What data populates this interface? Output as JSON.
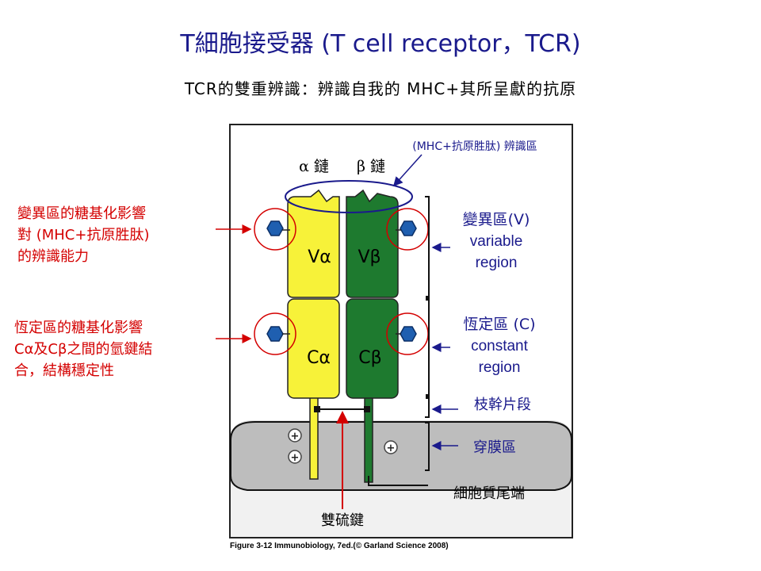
{
  "title": "T細胞接受器 (T cell receptor，TCR)",
  "subtitle": "TCR的雙重辨識：辨識自我的 MHC+其所呈獻的抗原",
  "diagram": {
    "recognition_region": "(MHC+抗原胜肽) 辨識區",
    "alpha_chain": "α 鏈",
    "beta_chain": "β 鏈",
    "v_alpha": "Vα",
    "v_beta": "Vβ",
    "c_alpha": "Cα",
    "c_beta": "Cβ",
    "variable_region": {
      "zh": "變異區(V)",
      "en_1": "variable",
      "en_2": "region"
    },
    "constant_region": {
      "zh": "恆定區 (C)",
      "en_1": "constant",
      "en_2": "region"
    },
    "stalk_segment": "枝幹片段",
    "transmembrane_region": "穿膜區",
    "cytoplasmic_tail": "細胞質尾端",
    "disulfide_bond": "雙硫鍵",
    "plus_sign": "+",
    "caption": "Figure 3-12 Immunobiology, 7ed.(© Garland Science 2008)"
  },
  "annotations": {
    "variable_glycosylation": [
      "變異區的糖基化影響",
      "對 (MHC+抗原胜肽)",
      "的辨識能力"
    ],
    "constant_glycosylation": [
      "恆定區的糖基化影響",
      "Cα及Cβ之間的氫鍵結",
      "合，結構穩定性"
    ]
  },
  "colors": {
    "alpha_chain": "#f7f239",
    "beta_chain": "#1e7a2f",
    "membrane": "#bdbdbd",
    "glycan": "#1f5fb0",
    "highlight_circle": "#d40000",
    "recognition_ellipse": "#1a1a8c",
    "title": "#1a1a8c"
  }
}
